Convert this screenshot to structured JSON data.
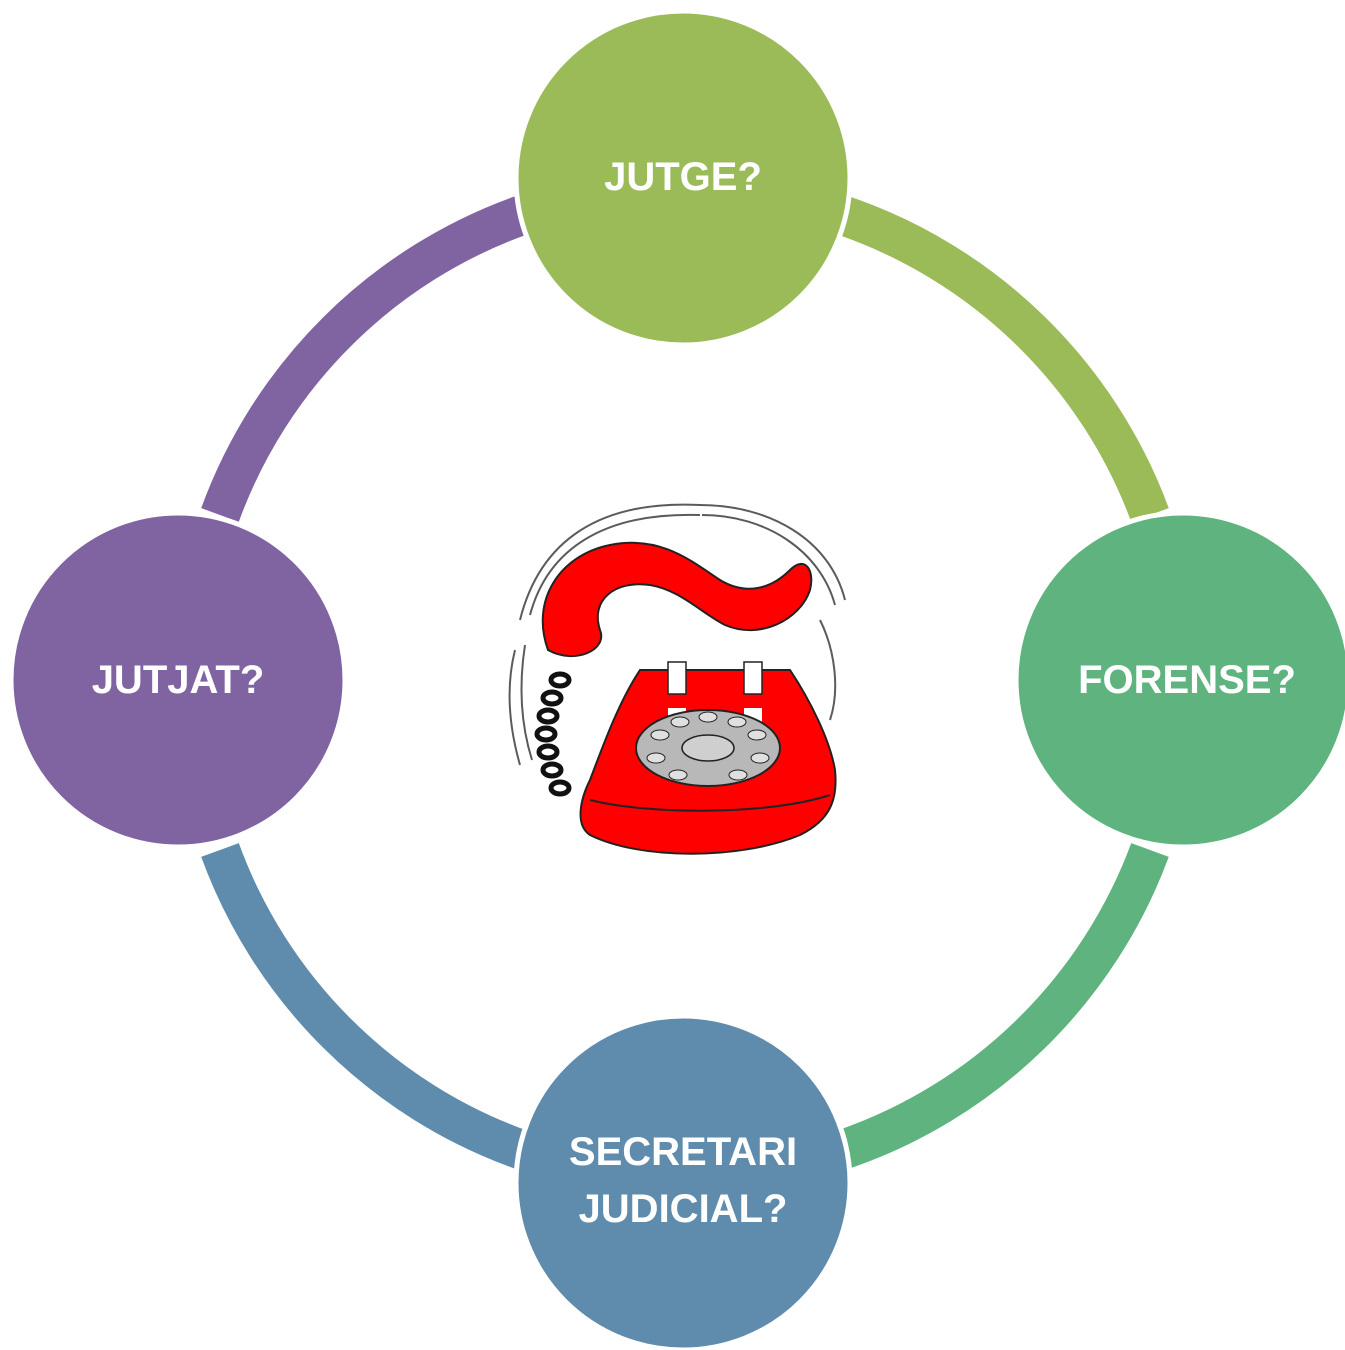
{
  "nodes": [
    {
      "label": "JUTGE?",
      "color": "#9bbb59"
    },
    {
      "label": "FORENSE?",
      "color": "#5eb37e"
    },
    {
      "label": "SECRETARI JUDICIAL?",
      "color": "#5f8bad"
    },
    {
      "label": "JUTJAT?",
      "color": "#8064a2"
    }
  ],
  "center": {
    "icon": "red-telephone-icon",
    "color": "#ff0000"
  }
}
